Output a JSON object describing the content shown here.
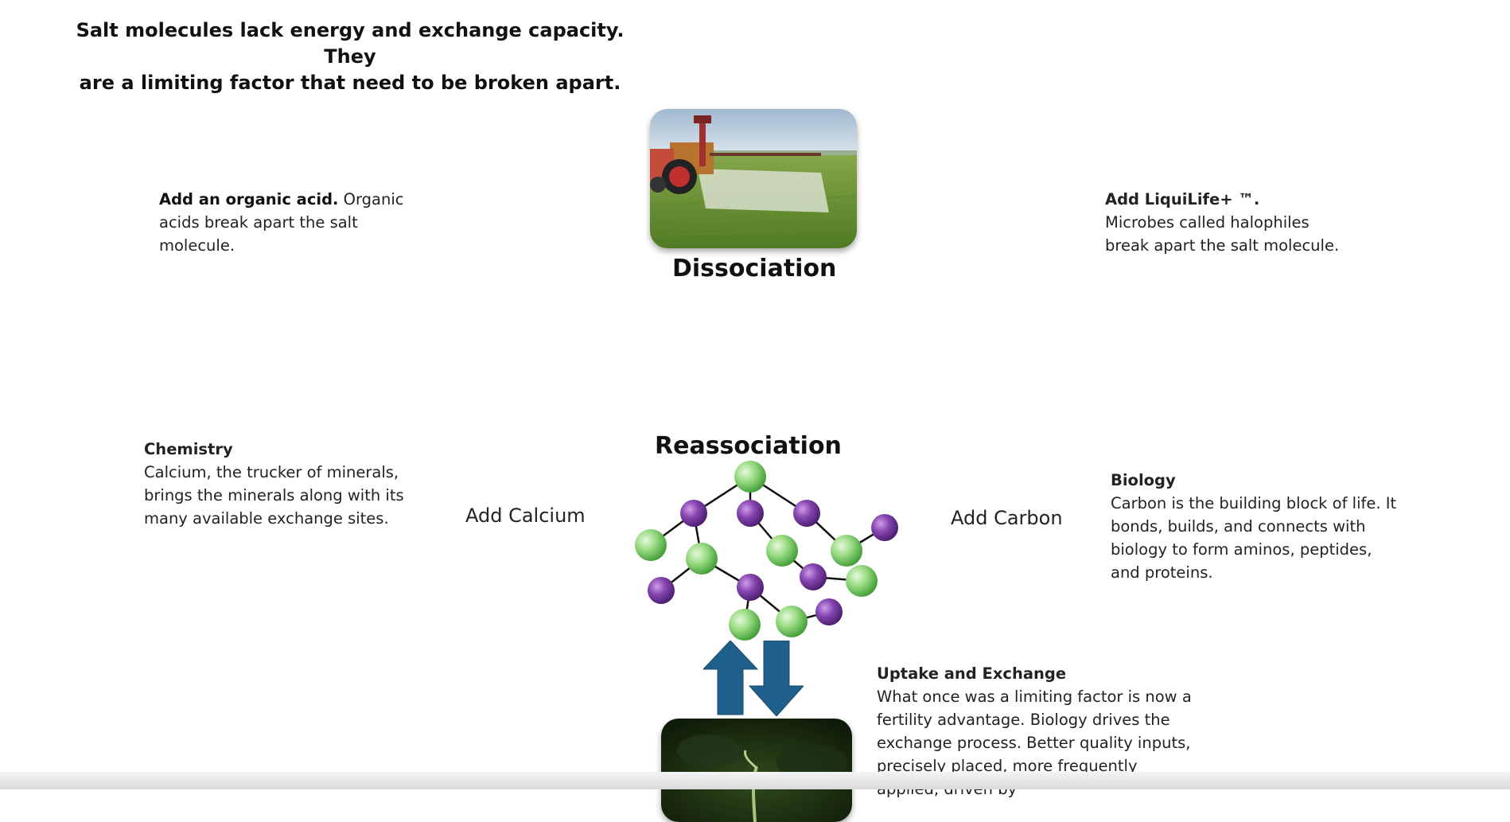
{
  "headline": {
    "line1": "Salt molecules lack energy and exchange capacity. They",
    "line2": "are a limiting factor that need to be broken apart."
  },
  "dissociation": {
    "title": "Dissociation",
    "left_note": {
      "bold": "Add an organic acid.",
      "text": " Organic acids break apart the salt molecule."
    },
    "right_note": {
      "bold": "Add LiquiLife+ ™.",
      "text": "Microbes called halophiles break apart the salt molecule."
    }
  },
  "reassociation": {
    "title": "Reassociation",
    "add_left": "Add Calcium",
    "add_right": "Add Carbon",
    "chemistry": {
      "heading": "Chemistry",
      "text": "Calcium, the trucker of minerals, brings the minerals along with its many available exchange sites."
    },
    "biology": {
      "heading": "Biology",
      "text": "Carbon is the building block of life. It bonds, builds, and connects with biology to form aminos, peptides, and proteins."
    }
  },
  "uptake": {
    "heading": "Uptake and Exchange",
    "text": "What once was a limiting factor is now a fertility advantage. Biology drives the exchange process. Better quality inputs, precisely  placed, more frequently applied, driven by"
  },
  "colors": {
    "green_atom": "#8fd47a",
    "purple_atom": "#7d3fa6",
    "arrow_blue": "#1f5f8b"
  }
}
